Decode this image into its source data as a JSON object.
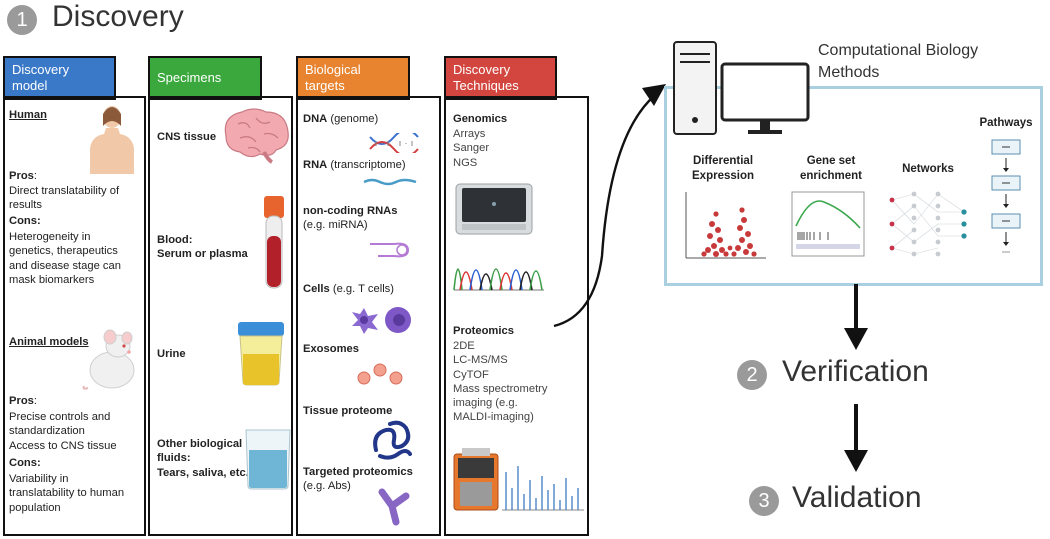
{
  "steps": {
    "discovery": {
      "num": "1",
      "title": "Discovery"
    },
    "verification": {
      "num": "2",
      "title": "Verification"
    },
    "validation": {
      "num": "3",
      "title": "Validation"
    }
  },
  "colors": {
    "discovery_model": "#3a78c8",
    "specimens": "#3aa83c",
    "biological_targets": "#e8832f",
    "discovery_techniques": "#d2463f",
    "comp_box_border": "#a9cfe0"
  },
  "columns": {
    "discovery_model": {
      "header": [
        "Discovery",
        "model"
      ],
      "human": {
        "title": "Human",
        "pros_label": "Pros",
        "pros": [
          "Direct translatability of",
          "results"
        ],
        "cons_label": "Cons:",
        "cons": [
          "Heterogeneity in",
          "genetics, therapeutics",
          "and disease stage can",
          "mask biomarkers"
        ]
      },
      "animal": {
        "title": "Animal models",
        "pros_label": "Pros",
        "pros": [
          "Precise controls and",
          "standardization",
          "Access to CNS tissue"
        ],
        "cons_label": "Cons:",
        "cons": [
          "Variability in",
          "translatability to human",
          "population"
        ]
      }
    },
    "specimens": {
      "header": "Specimens",
      "items": {
        "cns": "CNS tissue",
        "blood_1": "Blood:",
        "blood_2": "Serum or plasma",
        "urine": "Urine",
        "other_1": "Other biological",
        "other_2": "fluids:",
        "other_3": "Tears, saliva, etc."
      }
    },
    "biological_targets": {
      "header": [
        "Biological",
        "targets"
      ],
      "dna": {
        "bold": "DNA",
        "rest": " (genome)"
      },
      "rna": {
        "bold": "RNA",
        "rest": " (transcriptome)"
      },
      "ncrna": {
        "bold": "non-coding RNAs",
        "rest": "(e.g. miRNA)"
      },
      "cells": {
        "bold": "Cells",
        "rest": " (e.g. T cells)"
      },
      "exosomes": "Exosomes",
      "tissue": "Tissue proteome",
      "targeted": {
        "bold": "Targeted proteomics",
        "rest": "(e.g. Abs)"
      }
    },
    "discovery_techniques": {
      "header": [
        "Discovery",
        "Techniques"
      ],
      "genomics_title": "Genomics",
      "genomics": [
        "Arrays",
        "Sanger",
        "NGS"
      ],
      "proteomics_title": "Proteomics",
      "proteomics": [
        "2DE",
        "LC-MS/MS",
        "CyTOF",
        "Mass spectrometry",
        "imaging (e.g.",
        "MALDI-imaging)"
      ]
    }
  },
  "computational": {
    "title": [
      "Computational Biology",
      "Methods"
    ],
    "methods": {
      "diff_expr": [
        "Differential",
        "Expression"
      ],
      "gsea": [
        "Gene set",
        "enrichment"
      ],
      "networks": "Networks",
      "pathways": "Pathways"
    }
  }
}
